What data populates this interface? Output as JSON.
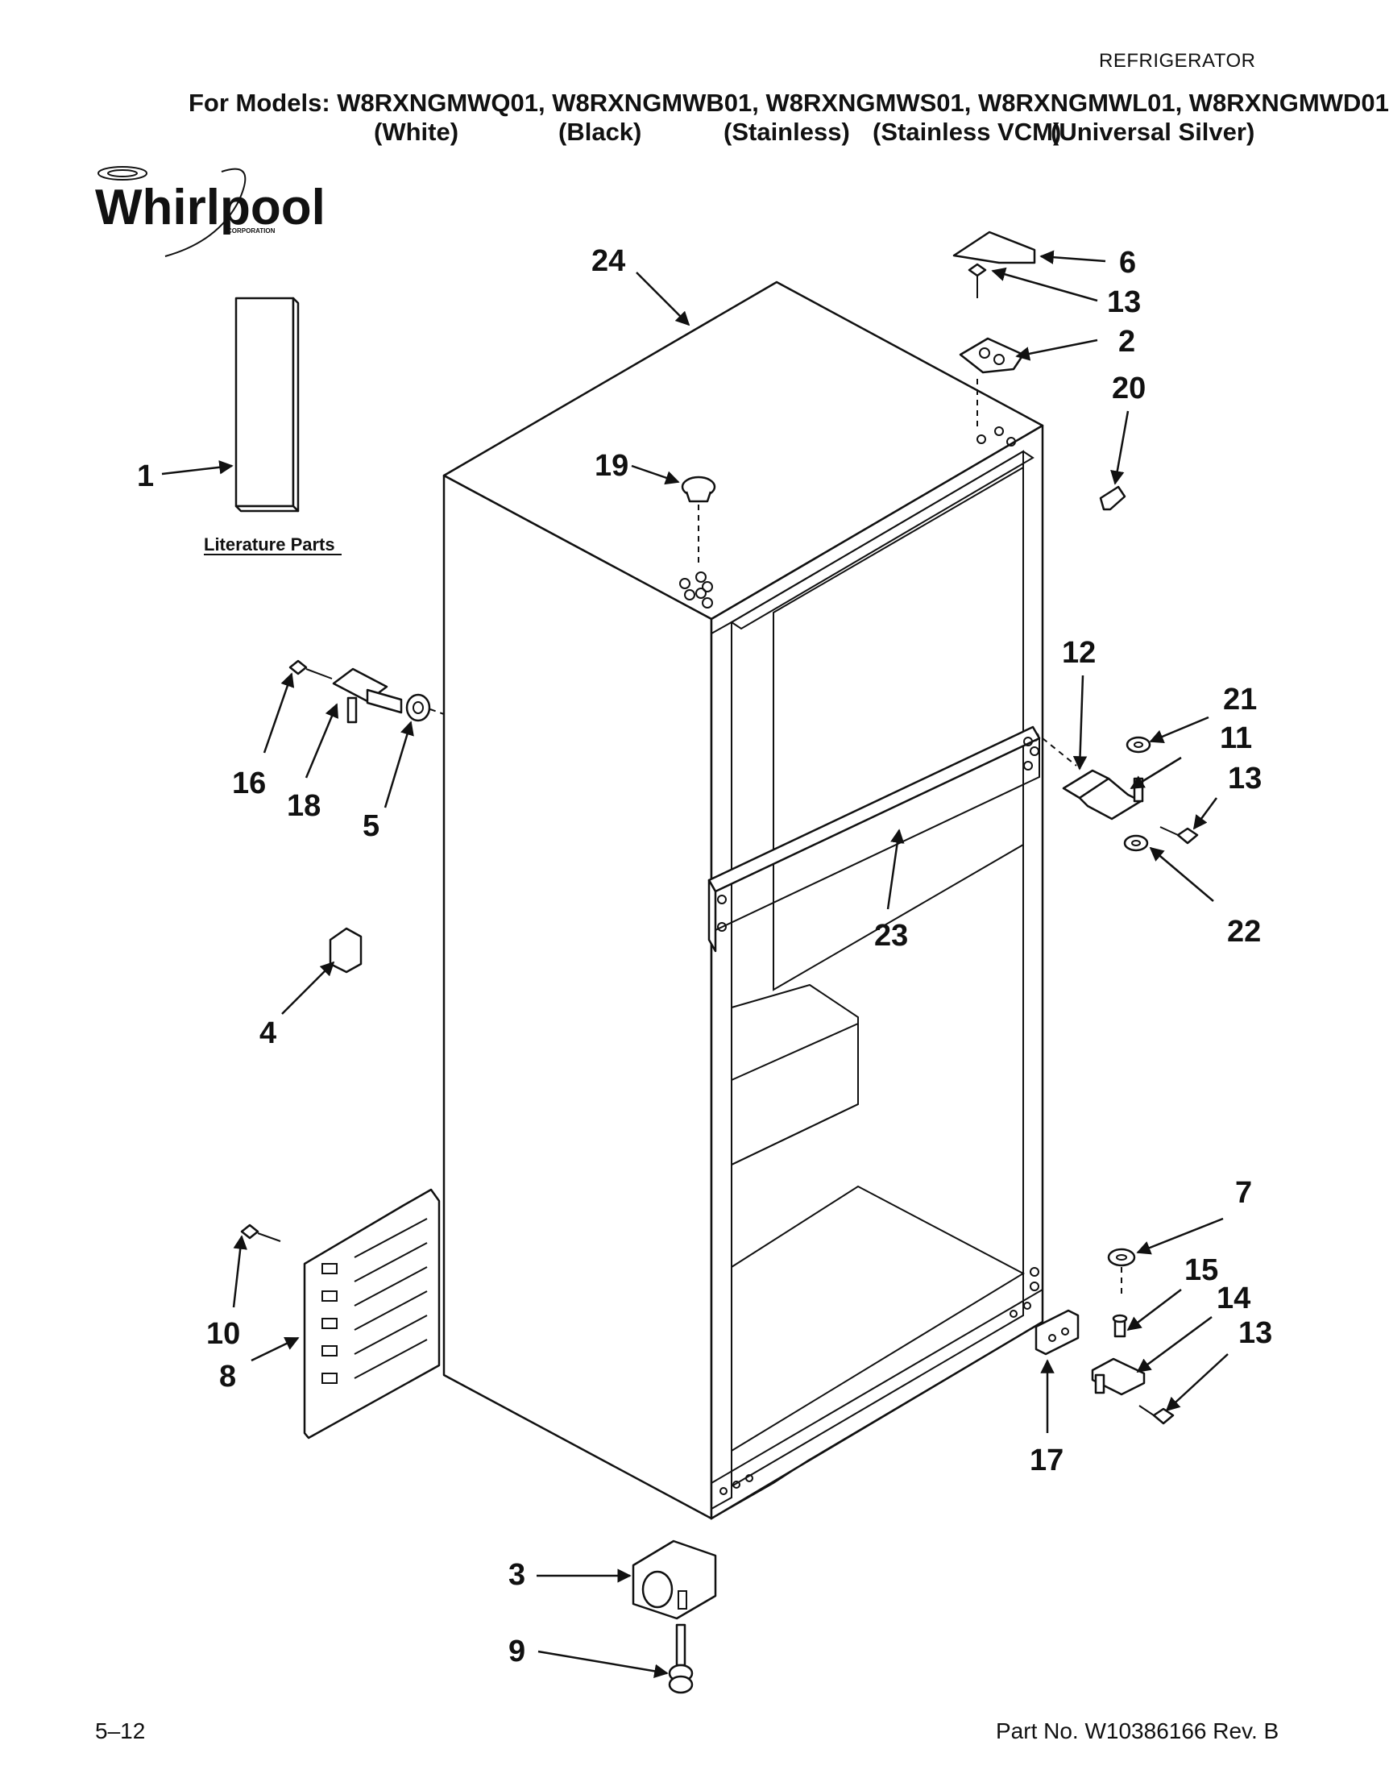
{
  "header": {
    "doc_type": "REFRIGERATOR",
    "models_line": "For Models: W8RXNGMWQ01, W8RXNGMWB01, W8RXNGMWS01, W8RXNGMWL01, W8RXNGMWD01",
    "colors": [
      "(White)",
      "(Black)",
      "(Stainless)",
      "(Stainless VCM)",
      "(Universal Silver)"
    ]
  },
  "logo": {
    "brand": "Whirlpool",
    "sub": "CORPORATION"
  },
  "literature_label": "Literature Parts",
  "callouts": {
    "c1": "1",
    "c2": "2",
    "c3": "3",
    "c4": "4",
    "c5": "5",
    "c6": "6",
    "c7": "7",
    "c8": "8",
    "c9": "9",
    "c10": "10",
    "c11": "11",
    "c12": "12",
    "c13a": "13",
    "c13b": "13",
    "c13c": "13",
    "c14": "14",
    "c15": "15",
    "c16": "16",
    "c17": "17",
    "c18": "18",
    "c19": "19",
    "c20": "20",
    "c21": "21",
    "c22": "22",
    "c23": "23",
    "c24": "24"
  },
  "footer": {
    "page": "5–12",
    "part_no": "Part No. W10386166 Rev. B"
  }
}
